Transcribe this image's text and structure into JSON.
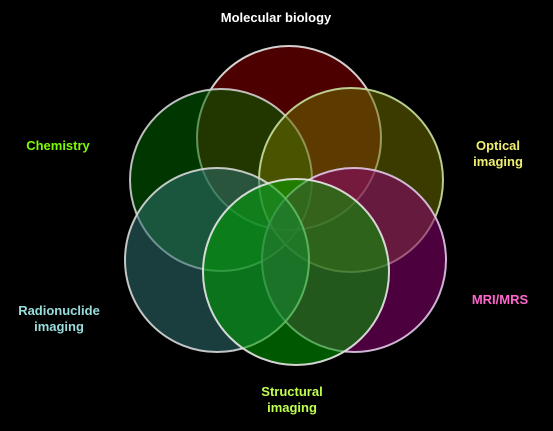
{
  "diagram": {
    "circles": [
      {
        "key": "molecular",
        "label": [
          "Molecular biology"
        ],
        "fill": "#8b0000",
        "stroke": "#e8e8e8",
        "label_color": "#ffffff"
      },
      {
        "key": "chemistry",
        "label": [
          "Chemistry"
        ],
        "fill": "#006400",
        "stroke": "#d0d0d0",
        "label_color": "#7cfc00"
      },
      {
        "key": "optical",
        "label": [
          "Optical",
          "imaging"
        ],
        "fill": "#6b6b00",
        "stroke": "#c8e0a0",
        "label_color": "#f0f070"
      },
      {
        "key": "mri",
        "label": [
          "MRI/MRS"
        ],
        "fill": "#8b0070",
        "stroke": "#e0c8e8",
        "label_color": "#ff66cc"
      },
      {
        "key": "radio",
        "label": [
          "Radionuclide",
          "imaging"
        ],
        "fill": "#2f6f6f",
        "stroke": "#d8d8d8",
        "label_color": "#99dddd"
      },
      {
        "key": "structural",
        "label": [
          "Structural",
          "imaging"
        ],
        "fill": "#00a000",
        "stroke": "#e8e8e8",
        "label_color": "#bfff4f"
      }
    ]
  }
}
